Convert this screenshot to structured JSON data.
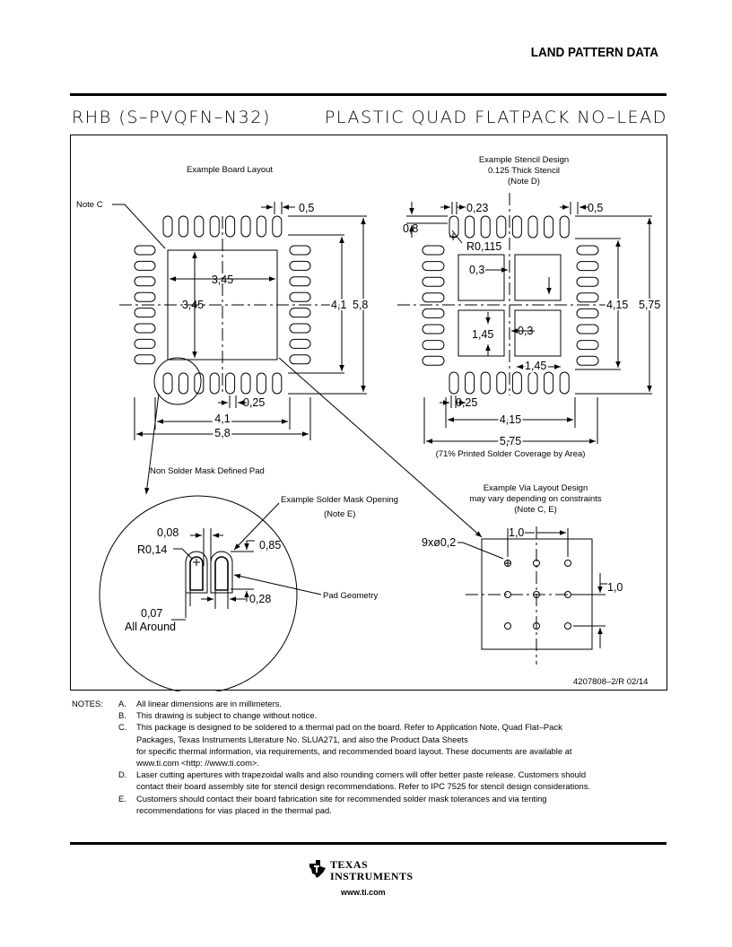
{
  "header": {
    "title": "LAND PATTERN DATA",
    "package_code": "RHB (S–PVQFN–N32)",
    "package_name": "PLASTIC QUAD FLATPACK NO–LEAD"
  },
  "drawing": {
    "board_layout": {
      "caption": "Example Board Layout",
      "note_c": "Note C",
      "pitch": "0,5",
      "pad_w": "3,45",
      "pad_h": "3,45",
      "inner_h": "4,1",
      "outer_h": "5,8",
      "pin_w": "0,25",
      "inner_w": "4,1",
      "outer_w": "5,8"
    },
    "stencil": {
      "caption1": "Example Stencil Design",
      "caption2": "0.125 Thick Stencil",
      "caption3": "(Note D)",
      "pad_len": "0,8",
      "gap": "0,23",
      "pitch": "0,5",
      "radius": "R0,115",
      "sq_gap1": "0,3",
      "sq_gap2": "0,3",
      "sq_h": "1,45",
      "sq_w": "1,45",
      "inner_h": "4,15",
      "outer_h": "5,75",
      "pin_w": "0,25",
      "inner_w": "4,15",
      "outer_w": "5,75",
      "coverage": "(71% Printed Solder Coverage by Area)"
    },
    "nsmd": {
      "caption": "Non Solder Mask Defined Pad",
      "mask_caption": "Example Solder Mask Opening",
      "mask_note": "(Note E)",
      "gap": "0,08",
      "height": "0,85",
      "radius": "R0,14",
      "pad_geom": "Pad Geometry",
      "width": "0,28",
      "around_val": "0,07",
      "around_txt": "All Around"
    },
    "via": {
      "caption1": "Example Via Layout Design",
      "caption2": "may vary depending on constraints",
      "caption3": "(Note C, E)",
      "count": "9xø0,2",
      "pitch_x": "1,0",
      "pitch_y": "1,0"
    },
    "doc_id": "4207808–2/R  02/14"
  },
  "notes": {
    "label": "NOTES:",
    "items": [
      {
        "key": "A.",
        "lines": [
          "All linear dimensions are in millimeters."
        ]
      },
      {
        "key": "B.",
        "lines": [
          "This drawing is subject to change without notice."
        ]
      },
      {
        "key": "C.",
        "lines": [
          "This package is designed to be soldered to a thermal pad on the board.  Refer to Application Note, Quad Flat–Pack",
          "Packages, Texas Instruments Literature No. SLUA271, and also the Product Data Sheets",
          "for specific thermal information, via requirements, and recommended board layout.  These documents are available at",
          "www.ti.com <http: //www.ti.com>."
        ]
      },
      {
        "key": "D.",
        "lines": [
          "Laser cutting apertures with trapezoidal walls and also rounding corners will offer better paste release.  Customers should",
          "contact their board assembly site for stencil design recommendations.  Refer to IPC 7525 for stencil design considerations."
        ]
      },
      {
        "key": "E.",
        "lines": [
          "Customers should contact their board fabrication site for recommended solder mask tolerances and via tenting",
          "recommendations for vias placed in the thermal pad."
        ]
      }
    ]
  },
  "footer": {
    "brand1": "TEXAS",
    "brand2": "INSTRUMENTS",
    "url": "www.ti.com"
  }
}
